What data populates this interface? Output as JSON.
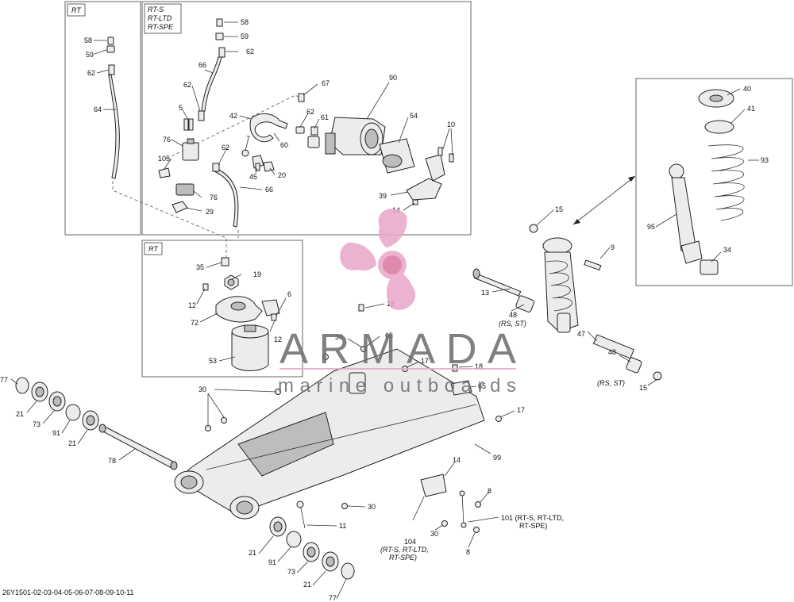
{
  "boxes": {
    "rt_left": "RT",
    "rts_top": [
      "RT-S",
      "RT-LTD",
      "RT-SPE"
    ],
    "rt_middle": "RT"
  },
  "callouts": {
    "c58a": "58",
    "c59a": "59",
    "c62a": "62",
    "c64": "64",
    "c58b": "58",
    "c59b": "59",
    "c62b": "62",
    "c66a": "66",
    "c62c": "62",
    "c5": "5",
    "c76a": "76",
    "c105": "105",
    "c76b": "76",
    "c29": "29",
    "c42": "42",
    "c7": "7",
    "c62d": "62",
    "c60": "60",
    "c45": "45",
    "c20": "20",
    "c66b": "66",
    "c67": "67",
    "c90": "90",
    "c62e": "62",
    "c61": "61",
    "c54": "54",
    "c10": "10",
    "c39": "39",
    "c14a": "14",
    "c35": "35",
    "c19": "19",
    "c12a": "12",
    "c6": "6",
    "c72": "72",
    "c12b": "12",
    "c53": "53",
    "c15a": "15",
    "c9": "9",
    "c13": "13",
    "c48a": "48",
    "c48a_note": "(RS, ST)",
    "c47": "47",
    "c48b": "48",
    "c48b_note": "(RS, ST)",
    "c15b": "15",
    "c40": "40",
    "c41": "41",
    "c93": "93",
    "c95": "95",
    "c34": "34",
    "c18a": "18",
    "c30a": "30",
    "c65a": "65",
    "c17a": "17",
    "c18b": "18",
    "c65b": "65",
    "c30b": "30",
    "c17b": "17",
    "c99": "99",
    "c14b": "14",
    "c8a": "8",
    "c101": "101 (RT-S, RT-LTD,",
    "c101_l2": "RT-SPE)",
    "c30c": "30",
    "c30d": "30",
    "c11": "11",
    "c104": "104",
    "c104_l2": "(RT-S, RT-LTD,",
    "c104_l3": "RT-SPE)",
    "c8b": "8",
    "c77a": "77",
    "c21a": "21",
    "c73a": "73",
    "c91a": "91",
    "c21b": "21",
    "c78": "78",
    "c21c": "21",
    "c91b": "91",
    "c73b": "73",
    "c21d": "21",
    "c77b": "77"
  },
  "watermark": {
    "brand": "ARMADA",
    "tagline": "marine outboards",
    "color": "#e9a6c9"
  },
  "footer": {
    "code": "26Y1501-02-03-04-05-06-07-08-09-10-11"
  },
  "colors": {
    "ink": "#222222",
    "part_fill": "#ececec",
    "part_shade": "#bdbdbd",
    "frame": "#555555"
  }
}
